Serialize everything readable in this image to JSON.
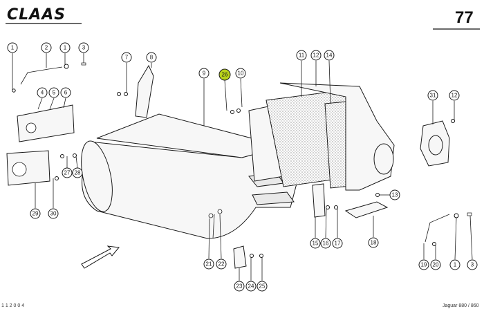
{
  "header": {
    "brand": "CLAAS",
    "page_number": "77"
  },
  "footer": {
    "left_code": "1 1 2 0 0 4",
    "model": "Jaguar 880 / 860"
  },
  "highlight_color": "#b9d21b",
  "callouts": [
    {
      "id": "c1a",
      "label": "1"
    },
    {
      "id": "c2",
      "label": "2"
    },
    {
      "id": "c1b",
      "label": "1"
    },
    {
      "id": "c3",
      "label": "3"
    },
    {
      "id": "c7",
      "label": "7"
    },
    {
      "id": "c8",
      "label": "8"
    },
    {
      "id": "c9",
      "label": "9"
    },
    {
      "id": "c26",
      "label": "26",
      "highlighted": true
    },
    {
      "id": "c10",
      "label": "10"
    },
    {
      "id": "c11",
      "label": "11"
    },
    {
      "id": "c12a",
      "label": "12"
    },
    {
      "id": "c14",
      "label": "14"
    },
    {
      "id": "c31",
      "label": "31"
    },
    {
      "id": "c12b",
      "label": "12"
    },
    {
      "id": "c4",
      "label": "4"
    },
    {
      "id": "c5",
      "label": "5"
    },
    {
      "id": "c6",
      "label": "6"
    },
    {
      "id": "c27",
      "label": "27"
    },
    {
      "id": "c28",
      "label": "28"
    },
    {
      "id": "c29",
      "label": "29"
    },
    {
      "id": "c30",
      "label": "30"
    },
    {
      "id": "c13",
      "label": "13"
    },
    {
      "id": "c15",
      "label": "15"
    },
    {
      "id": "c16",
      "label": "16"
    },
    {
      "id": "c17",
      "label": "17"
    },
    {
      "id": "c18",
      "label": "18"
    },
    {
      "id": "c21",
      "label": "21"
    },
    {
      "id": "c22",
      "label": "22"
    },
    {
      "id": "c23",
      "label": "23"
    },
    {
      "id": "c24",
      "label": "24"
    },
    {
      "id": "c25",
      "label": "25"
    },
    {
      "id": "c19",
      "label": "19"
    },
    {
      "id": "c20",
      "label": "20"
    },
    {
      "id": "c1c",
      "label": "1"
    },
    {
      "id": "c3b",
      "label": "3"
    }
  ]
}
